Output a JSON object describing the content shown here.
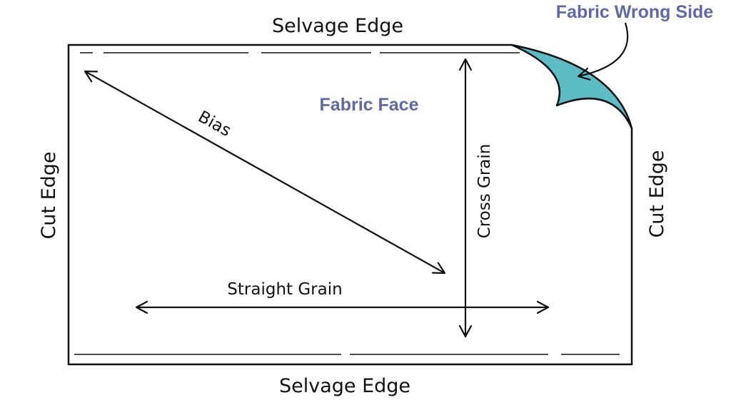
{
  "labels": {
    "selvage_top": "Selvage Edge",
    "selvage_bottom": "Selvage Edge",
    "cut_edge_left": "Cut Edge",
    "cut_edge_right": "Cut Edge",
    "bias": "Bias",
    "cross_grain": "Cross Grain",
    "straight_grain": "Straight Grain",
    "fabric_face": "Fabric Face",
    "fabric_wrong_side": "Fabric Wrong Side"
  },
  "colors": {
    "accent_text": "#5f6aa3",
    "wrong_side_fill": "#5bbcc6",
    "line": "#111111"
  }
}
